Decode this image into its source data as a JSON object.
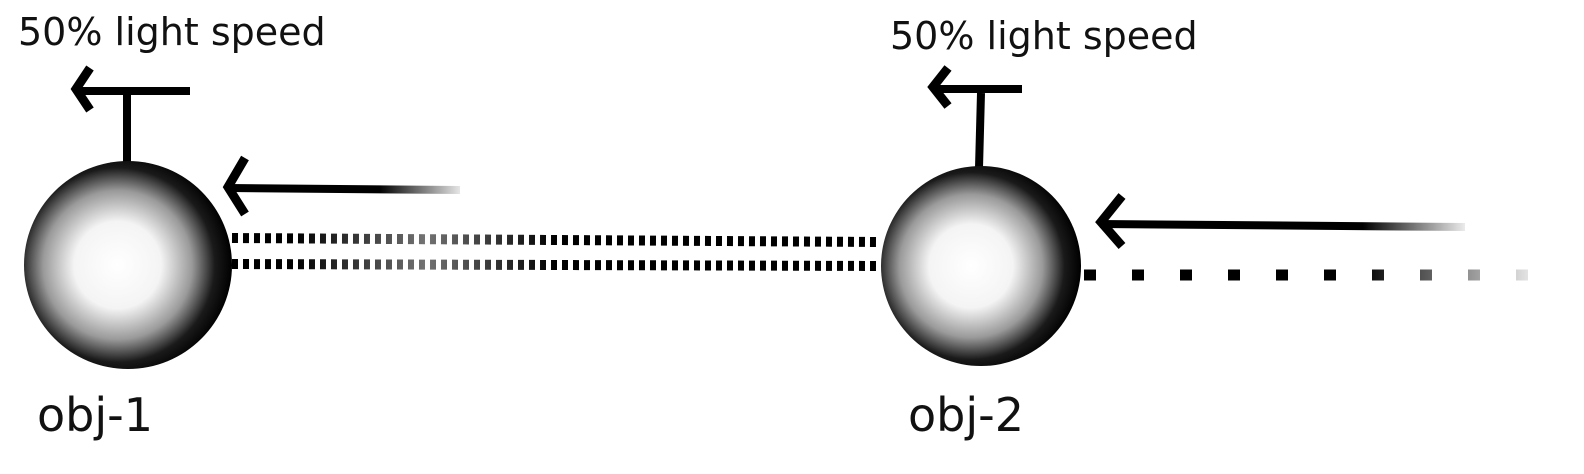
{
  "objects": [
    {
      "name": "obj-1",
      "speed_label": "50% light speed"
    },
    {
      "name": "obj-2",
      "speed_label": "50% light speed"
    }
  ],
  "colors": {
    "ink": "#000000",
    "text": "#111111",
    "sphere_center": "#ffffff",
    "background": "#ffffff"
  }
}
